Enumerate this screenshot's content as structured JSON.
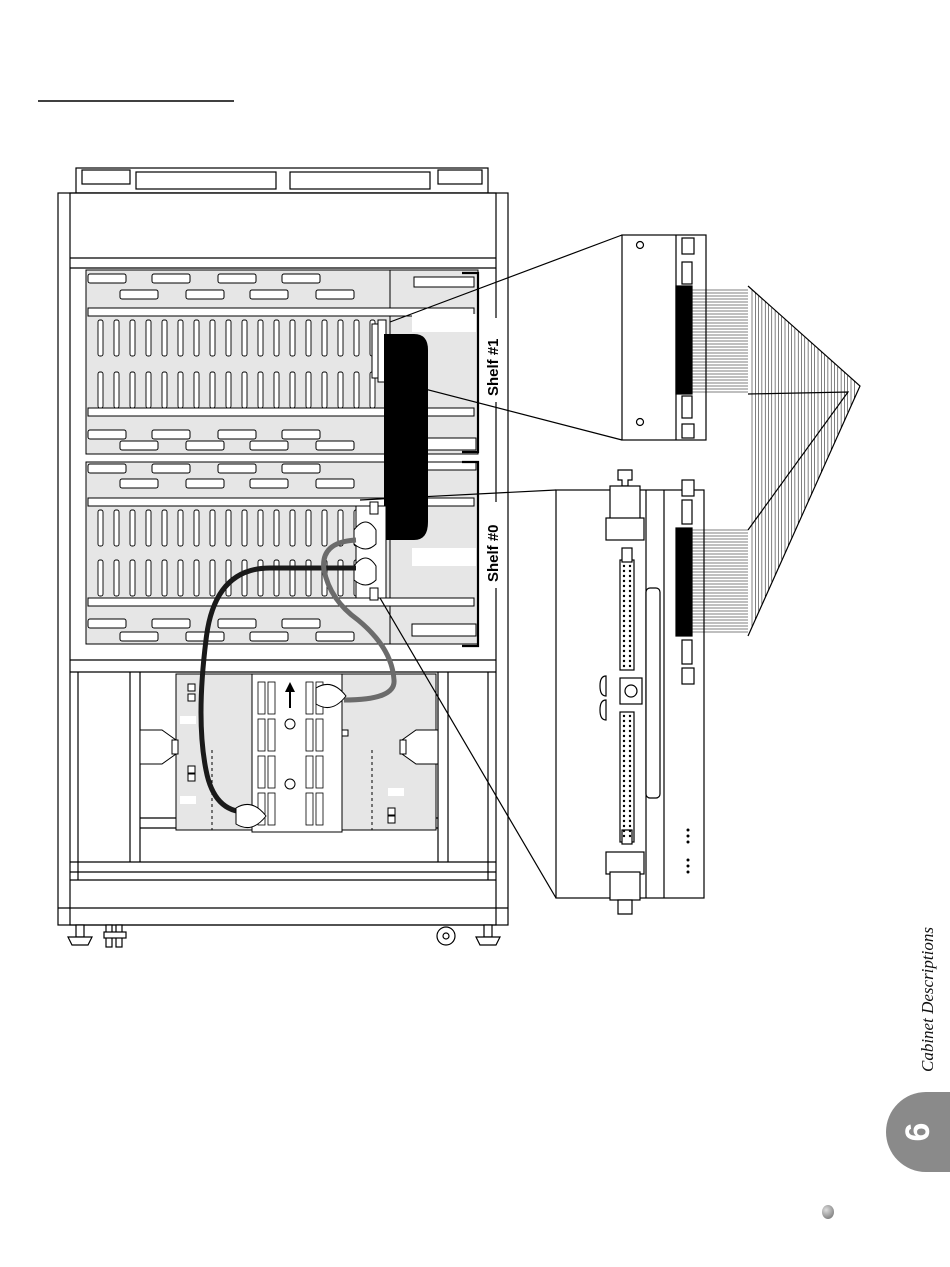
{
  "figure": {
    "shelf_labels": [
      "Shelf #1",
      "Shelf #0"
    ]
  },
  "sidebar": {
    "chapter_number": "6",
    "chapter_title": "Cabinet Descriptions"
  },
  "colors": {
    "line": "#000000",
    "shelf_fill": "#e6e6e6",
    "tab_fill": "#8a8a8a",
    "cable_gray": "#6b6b6b"
  }
}
